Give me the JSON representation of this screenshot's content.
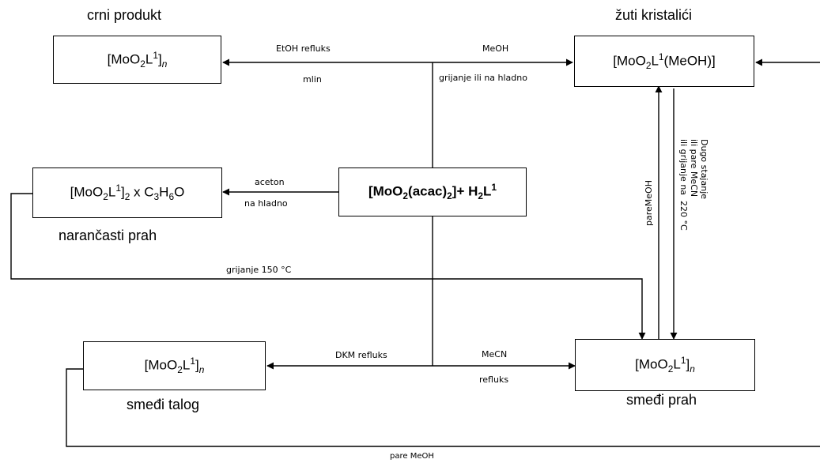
{
  "captions": {
    "top_left": "crni produkt",
    "top_right": "žuti kristalići",
    "mid_left": "narančasti prah",
    "bottom_left": "smeđi talog",
    "bottom_right": "smeđi prah"
  },
  "boxes": {
    "top_left": "[MoO2L1]n",
    "top_right": "[MoO2L1(MeOH)]",
    "mid_left": "[MoO2L1]2 x C3H6O",
    "center": "[MoO2(acac)2]+ H2L1",
    "bottom_left": "[MoO2L1]n",
    "bottom_right": "[MoO2L1]n"
  },
  "labels": {
    "etoh_refluks": "EtOH refluks",
    "mlin": "mlin",
    "meoh": "MeOH",
    "grijanje_ili_na_hladno": "grijanje  ili na hladno",
    "aceton": "aceton",
    "na_hladno": "na hladno",
    "grijanje_150": "grijanje  150 °C",
    "dkm_refluks": "DKM refluks",
    "mecn": "MeCN",
    "refluks": "refluks",
    "pare_meoh_bottom": "pare MeOH",
    "pare_meoh_vertical": "pareMeOH",
    "dugo_stajanje": "Dugo stajanje\nili pare MeCN\nili grijanje na  220 °C"
  }
}
